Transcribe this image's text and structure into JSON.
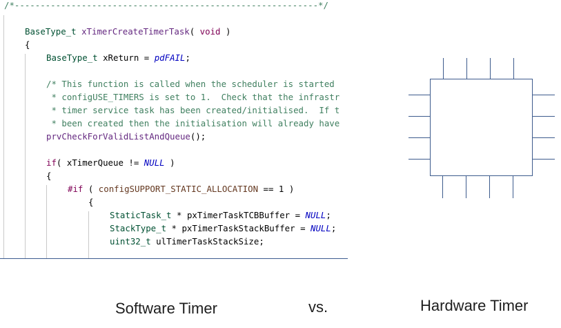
{
  "code": {
    "lines": [
      "/*-----------------------------------------------------------*/",
      "",
      "BaseType_t xTimerCreateTimerTask( void )",
      "{",
      "BaseType_t xReturn = pdFAIL;",
      "",
      "/* This function is called when the scheduler is started",
      " * configUSE_TIMERS is set to 1.  Check that the infrastr",
      " * timer service task has been created/initialised.  If t",
      " * been created then the initialisation will already have",
      "prvCheckForValidListAndQueue();",
      "",
      "if( xTimerQueue != NULL )",
      "{",
      "#if ( configSUPPORT_STATIC_ALLOCATION == 1 )",
      "{",
      "StaticTask_t * pxTimerTaskTCBBuffer = NULL;",
      "StackType_t * pxTimerTaskStackBuffer = NULL;",
      "uint32_t ulTimerTaskStackSize;"
    ]
  },
  "captions": {
    "software": "Software Timer",
    "vs": "vs.",
    "hardware": "Hardware Timer"
  },
  "colors": {
    "comment": "#3f7f5f",
    "keyword": "#7f0055",
    "constant": "#0000c0",
    "type": "#005032",
    "function": "#642880",
    "chip_stroke": "#3c5a8c"
  },
  "icons": {
    "chip": "chip-icon"
  }
}
